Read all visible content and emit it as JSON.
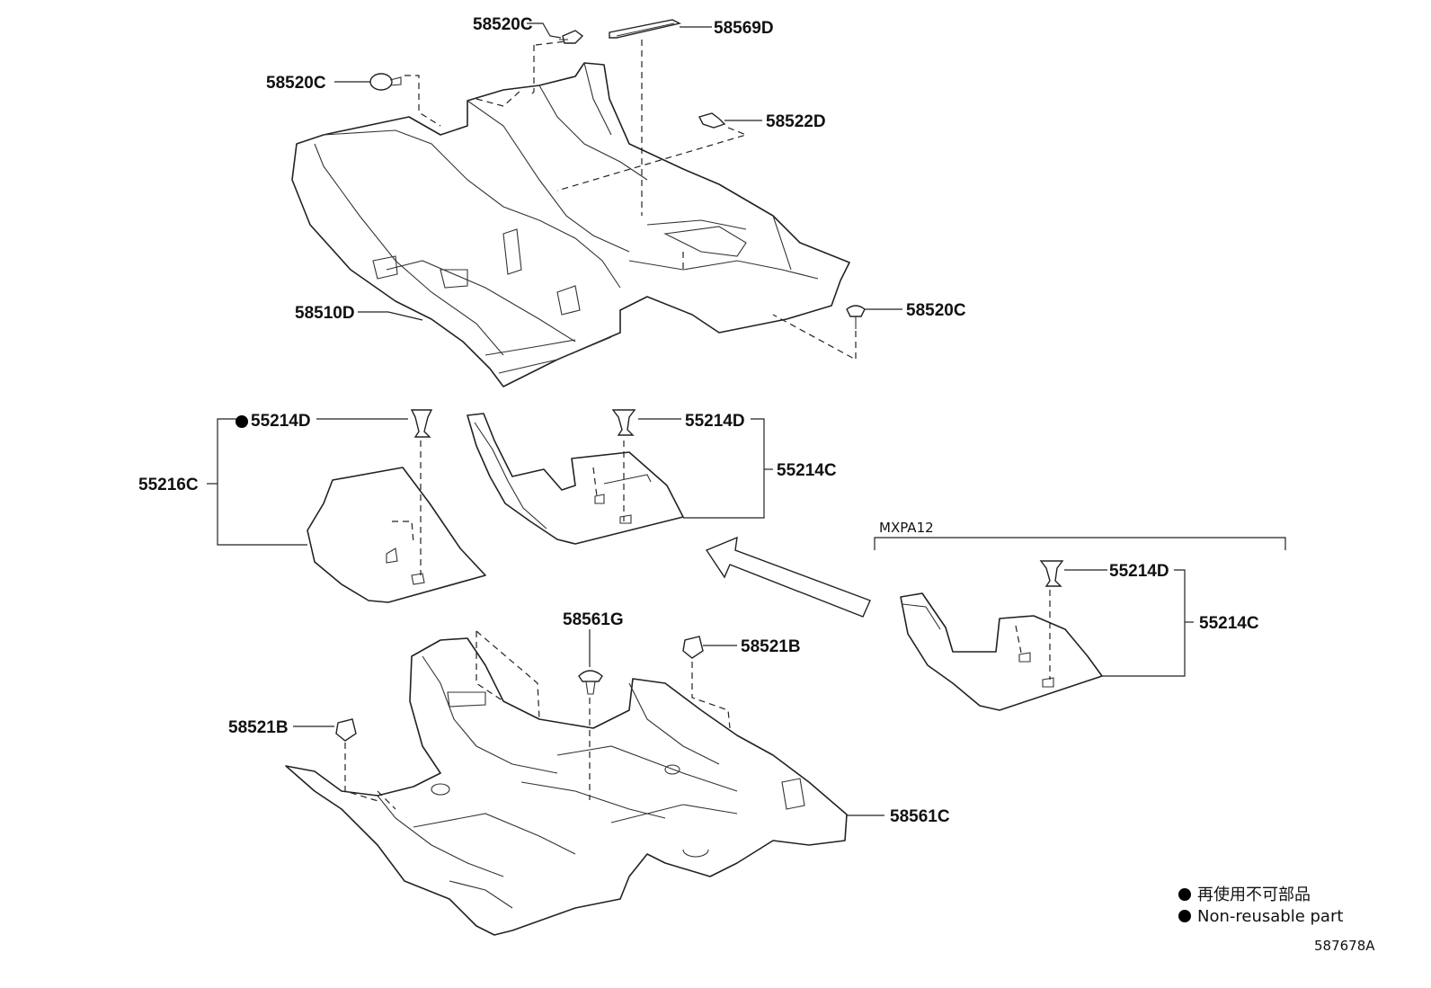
{
  "labels": {
    "clip_top": "58520C",
    "clip_left": "58520C",
    "clip_right": "58520C",
    "cover_strip": "58569D",
    "retainer": "58522D",
    "front_carpet": "58510D",
    "mat_left_set": "55216C",
    "mat_left_hook": "55214D",
    "mat_mid_hook": "55214D",
    "mat_mid_set": "55214C",
    "mat_right_hook": "55214D",
    "mat_right_set": "55214C",
    "variant": "MXPA12",
    "clip_center": "58561G",
    "grommet_left": "58521B",
    "grommet_right": "58521B",
    "rear_carpet": "58561C"
  },
  "legend": {
    "item_jp": "再使用不可部品",
    "item_en": "Non-reusable part"
  },
  "diagram_code": "587678A",
  "colors": {
    "line": "#222222",
    "background": "#ffffff",
    "marker": "#000000"
  }
}
